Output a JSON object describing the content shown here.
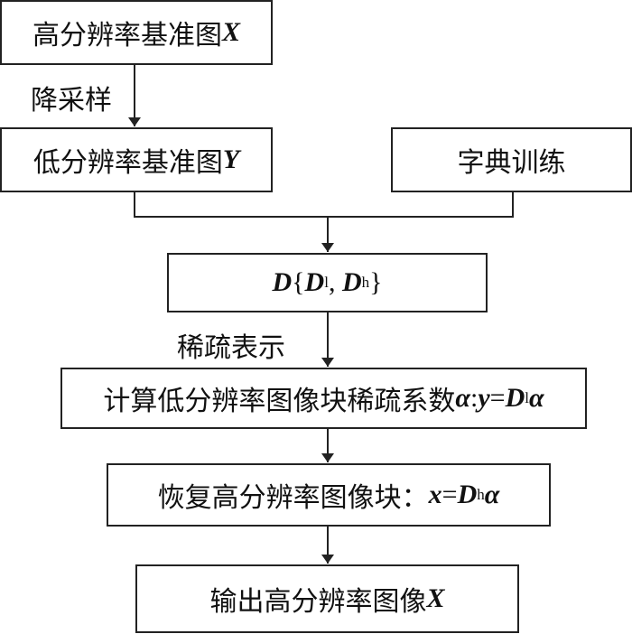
{
  "boxes": {
    "hr_reference": {
      "text": "高分辨率基准图",
      "symbol": "X"
    },
    "lr_reference": {
      "text": "低分辨率基准图",
      "symbol": "Y"
    },
    "dictionary_training": {
      "text": "字典训练"
    },
    "dictionary": {
      "D": "D",
      "open": "{",
      "Dl": "D",
      "l": "l",
      "comma": ",",
      "Dh": "D",
      "h": "h",
      "close": "}"
    },
    "compute_coeff": {
      "text": "计算低分辨率图像块稀疏系数",
      "alpha": "α",
      "colon": ":",
      "y": "y",
      "eq": "=",
      "D": "D",
      "l": "l",
      "alpha2": "α"
    },
    "recover": {
      "text": "恢复高分辨率图像块：",
      "x": "x",
      "eq": "=",
      "D": "D",
      "h": "h",
      "alpha": "α"
    },
    "output": {
      "text": "输出高分辨率图像",
      "symbol": "X"
    }
  },
  "edge_labels": {
    "downsample": "降采样",
    "sparse_rep": "稀疏表示"
  }
}
